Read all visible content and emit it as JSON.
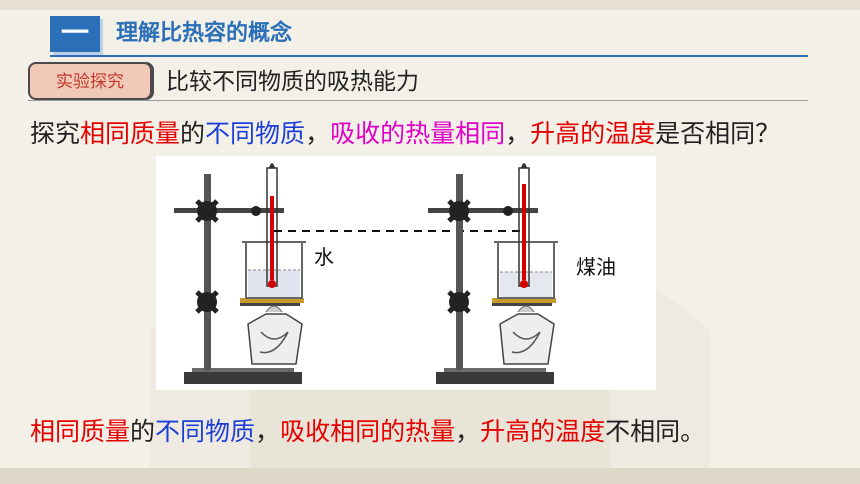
{
  "section": {
    "number": "一",
    "title": "理解比热容的概念"
  },
  "experiment": {
    "tag": "实验探究",
    "title": "比较不同物质的吸热能力"
  },
  "question": {
    "segments": [
      {
        "text": "探究",
        "color": "black"
      },
      {
        "text": "相同质量",
        "color": "red"
      },
      {
        "text": "的",
        "color": "black"
      },
      {
        "text": "不同物质",
        "color": "blue"
      },
      {
        "text": "，",
        "color": "black"
      },
      {
        "text": "吸收的热量相同",
        "color": "magenta"
      },
      {
        "text": "，",
        "color": "black"
      },
      {
        "text": "升高的温度",
        "color": "red"
      },
      {
        "text": "是否相同？",
        "color": "black"
      }
    ]
  },
  "figure": {
    "label_left": "水",
    "label_right": "煤油"
  },
  "conclusion": {
    "segments": [
      {
        "text": "相同质量",
        "color": "red"
      },
      {
        "text": "的",
        "color": "black"
      },
      {
        "text": "不同物质",
        "color": "blue"
      },
      {
        "text": "，",
        "color": "black"
      },
      {
        "text": "吸收相同的热量",
        "color": "red"
      },
      {
        "text": "，",
        "color": "black"
      },
      {
        "text": "升高的温度",
        "color": "red"
      },
      {
        "text": "不相同。",
        "color": "black"
      }
    ]
  },
  "colors": {
    "accent": "#2a6fb7",
    "red": "#e60000",
    "blue": "#1c3fd8",
    "magenta": "#e000c8"
  }
}
